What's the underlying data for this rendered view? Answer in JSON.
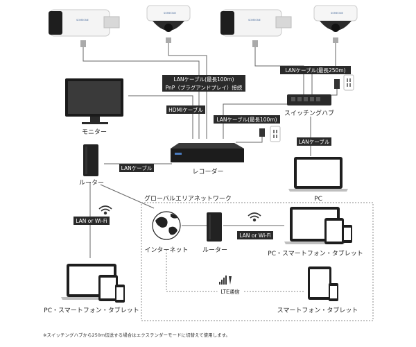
{
  "labels": {
    "lan_cable_100m": "LANケーブル(最長100m)",
    "pnp": "PnP（プラグアンドプレイ）接続",
    "lan_cable_250m": "LANケーブル(最長250m)",
    "hdmi_cable": "HDMIケーブル",
    "switching_hub": "スイッチングハブ",
    "lan_cable_100m_2": "LANケーブル(最長100m)",
    "monitor": "モニター",
    "lan_cable_pc": "LANケーブル",
    "lan_cable_router": "LANケーブル",
    "recorder": "レコーダー",
    "router": "ルーター",
    "pc": "PC",
    "global_area_network": "グローバルエリアネットワーク",
    "lan_wifi_left": "LAN or Wi-Fi",
    "lan_wifi_right": "LAN or Wi-Fi",
    "internet": "インターネット",
    "router_2": "ルーター",
    "pc_smartphone_tablet_right": "PC・スマートフォン・タブレット",
    "lte": "LTE通信",
    "pc_smartphone_tablet_left": "PC・スマートフォン・タブレット",
    "smartphone_tablet": "スマートフォン・タブレット",
    "footnote": "※スイッチングハブから250m伝送する場合はエクステンダーモードに切替えて使用します。"
  },
  "camera_brand": "SOMEONE"
}
